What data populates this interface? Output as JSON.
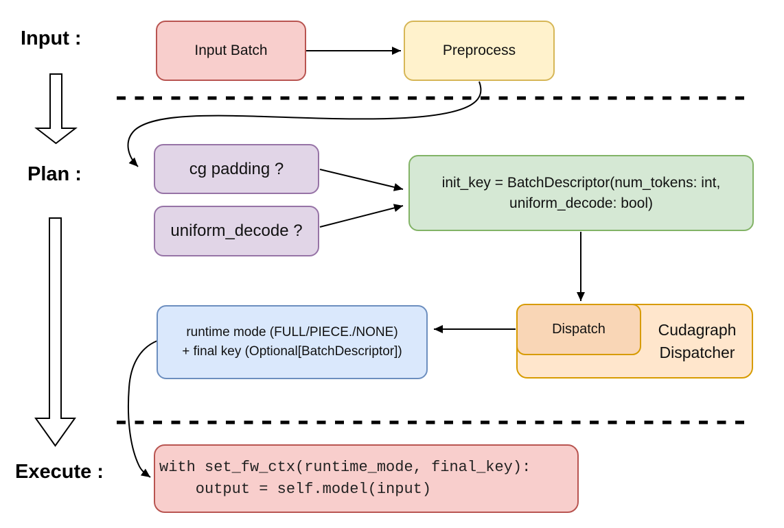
{
  "stages": {
    "input": "Input :",
    "plan": "Plan :",
    "execute": "Execute :"
  },
  "nodes": {
    "input_batch": {
      "label": "Input Batch",
      "fill": "#F8CECC",
      "stroke": "#B85450"
    },
    "preprocess": {
      "label": "Preprocess",
      "fill": "#FFF2CC",
      "stroke": "#D6B656"
    },
    "cg_padding": {
      "label": "cg padding ?",
      "fill": "#E1D5E7",
      "stroke": "#9673A6"
    },
    "uniform_decode": {
      "label": "uniform_decode ?",
      "fill": "#E1D5E7",
      "stroke": "#9673A6"
    },
    "init_key": {
      "line1": "init_key = BatchDescriptor(num_tokens: int,",
      "line2": "uniform_decode: bool)",
      "fill": "#D5E8D4",
      "stroke": "#82B366"
    },
    "dispatch": {
      "label": "Dispatch",
      "fill": "#F9D6B6",
      "stroke": "#D79B00"
    },
    "cudagraph_dispatcher": {
      "line1": "Cudagraph",
      "line2": "Dispatcher",
      "fill": "#FFE6CC",
      "stroke": "#D79B00"
    },
    "runtime_result": {
      "line1": "runtime mode (FULL/PIECE./NONE)",
      "line2": "+ final key (Optional[BatchDescriptor])",
      "fill": "#DAE8FC",
      "stroke": "#6C8EBF"
    },
    "execute_code": {
      "line1": "with set_fw_ctx(runtime_mode, final_key):",
      "line2": "    output = self.model(input)",
      "fill": "#F8CECC",
      "stroke": "#B85450"
    }
  },
  "colors": {
    "connector": "#000000",
    "separator": "#000000",
    "stage_arrow_fill": "#ffffff",
    "stage_arrow_stroke": "#000000"
  }
}
